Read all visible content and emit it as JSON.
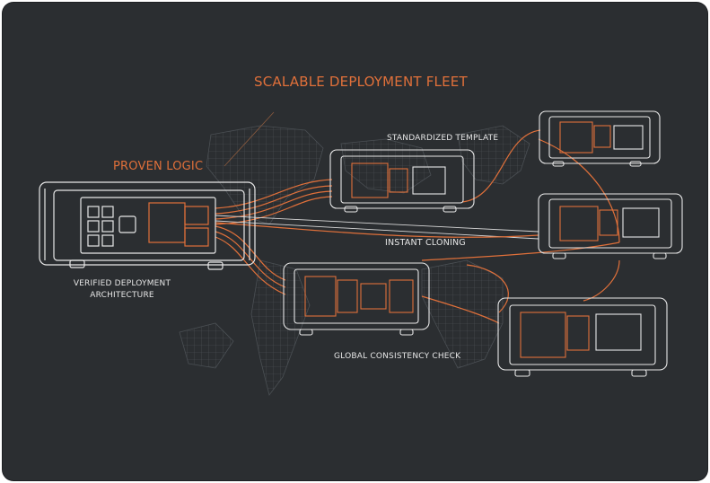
{
  "title": "SCALABLE DEPLOYMENT FLEET",
  "labels": {
    "proven_logic": "PROVEN LOGIC",
    "standardized_template": "STANDARDIZED TEMPLATE",
    "instant_cloning": "INSTANT CLONING",
    "verified_architecture": "VERIFIED DEPLOYMENT ARCHITECTURE",
    "global_consistency": "GLOBAL CONSISTENCY CHECK"
  },
  "colors": {
    "background": "#2b2e31",
    "line": "#e8e8e8",
    "accent": "#e0703a",
    "map": "#4a4e52"
  },
  "nodes": [
    {
      "name": "source-unit"
    },
    {
      "name": "template-unit"
    },
    {
      "name": "clone-unit-top-right"
    },
    {
      "name": "clone-unit-middle-right"
    },
    {
      "name": "clone-unit-bottom-right"
    },
    {
      "name": "consistency-check-unit"
    }
  ]
}
